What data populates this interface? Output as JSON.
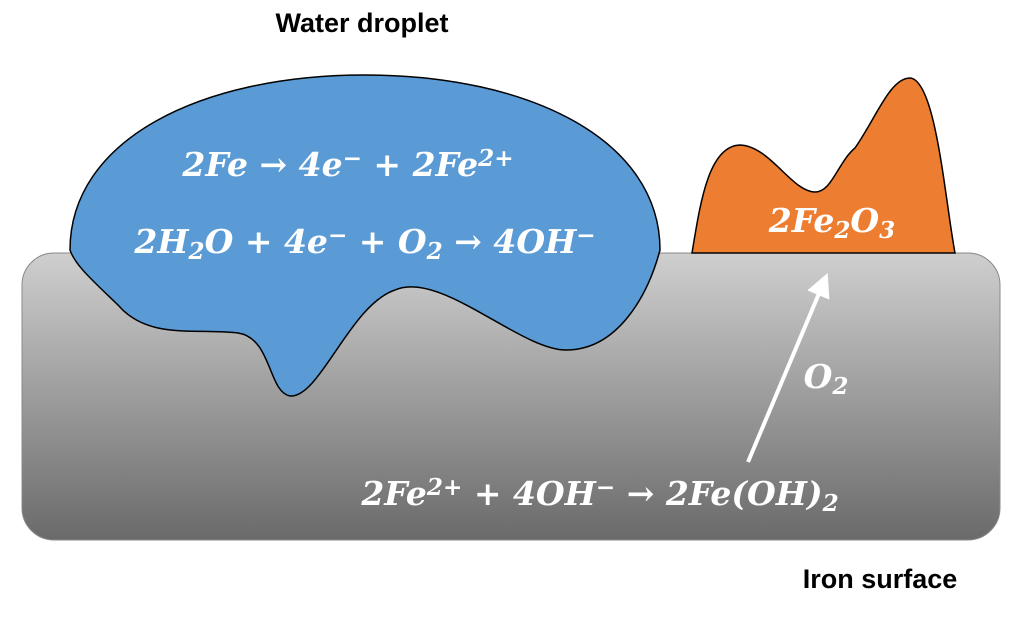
{
  "labels": {
    "droplet": "Water droplet",
    "surface": "Iron surface"
  },
  "colors": {
    "water": "#5b9bd5",
    "rust": "#ed7d31",
    "iron_top": "#cfcfcf",
    "iron_bottom": "#6a6a6a",
    "text": "#ffffff"
  },
  "equations": {
    "anode": [
      {
        "t": "2Fe → 4e"
      },
      {
        "t": "−",
        "s": "sup"
      },
      {
        "t": " + 2Fe"
      },
      {
        "t": "2+",
        "s": "sup"
      }
    ],
    "cathode": [
      {
        "t": "2H"
      },
      {
        "t": "2",
        "s": "sub"
      },
      {
        "t": "O + 4e"
      },
      {
        "t": "−",
        "s": "sup"
      },
      {
        "t": " + O"
      },
      {
        "t": "2",
        "s": "sub"
      },
      {
        "t": " → 4OH"
      },
      {
        "t": "−",
        "s": "sup"
      }
    ],
    "rust": [
      {
        "t": "2Fe"
      },
      {
        "t": "2",
        "s": "sub"
      },
      {
        "t": "O"
      },
      {
        "t": "3",
        "s": "sub"
      }
    ],
    "oxygen": [
      {
        "t": "O"
      },
      {
        "t": "2",
        "s": "sub"
      }
    ],
    "hydroxide": [
      {
        "t": "2Fe"
      },
      {
        "t": "2+",
        "s": "sup"
      },
      {
        "t": " + 4OH"
      },
      {
        "t": "−",
        "s": "sup"
      },
      {
        "t": " → 2Fe(OH)"
      },
      {
        "t": "2",
        "s": "sub"
      }
    ]
  }
}
